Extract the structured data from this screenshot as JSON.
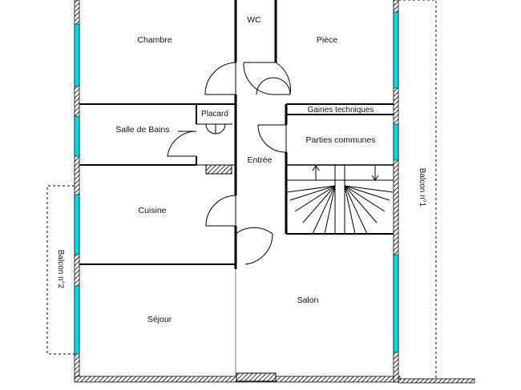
{
  "plan": {
    "rooms": {
      "chambre": "Chambre",
      "wc": "WC",
      "piece": "Pièce",
      "placard": "Placard",
      "salle_de_bains": "Salle de Bains",
      "gaines_techniques": "Gaines techniques",
      "parties_communes": "Parties communes",
      "entree": "Entrée",
      "cuisine": "Cuisine",
      "salon": "Salon",
      "sejour": "Séjour",
      "balcon_1": "Balcon n°1",
      "balcon_2": "Balcon n°2"
    },
    "colors": {
      "wall": "#000000",
      "window": "#00d8e6",
      "hatch": "#000000",
      "opening": "#b0b0b0",
      "balcony": "#000000"
    }
  }
}
